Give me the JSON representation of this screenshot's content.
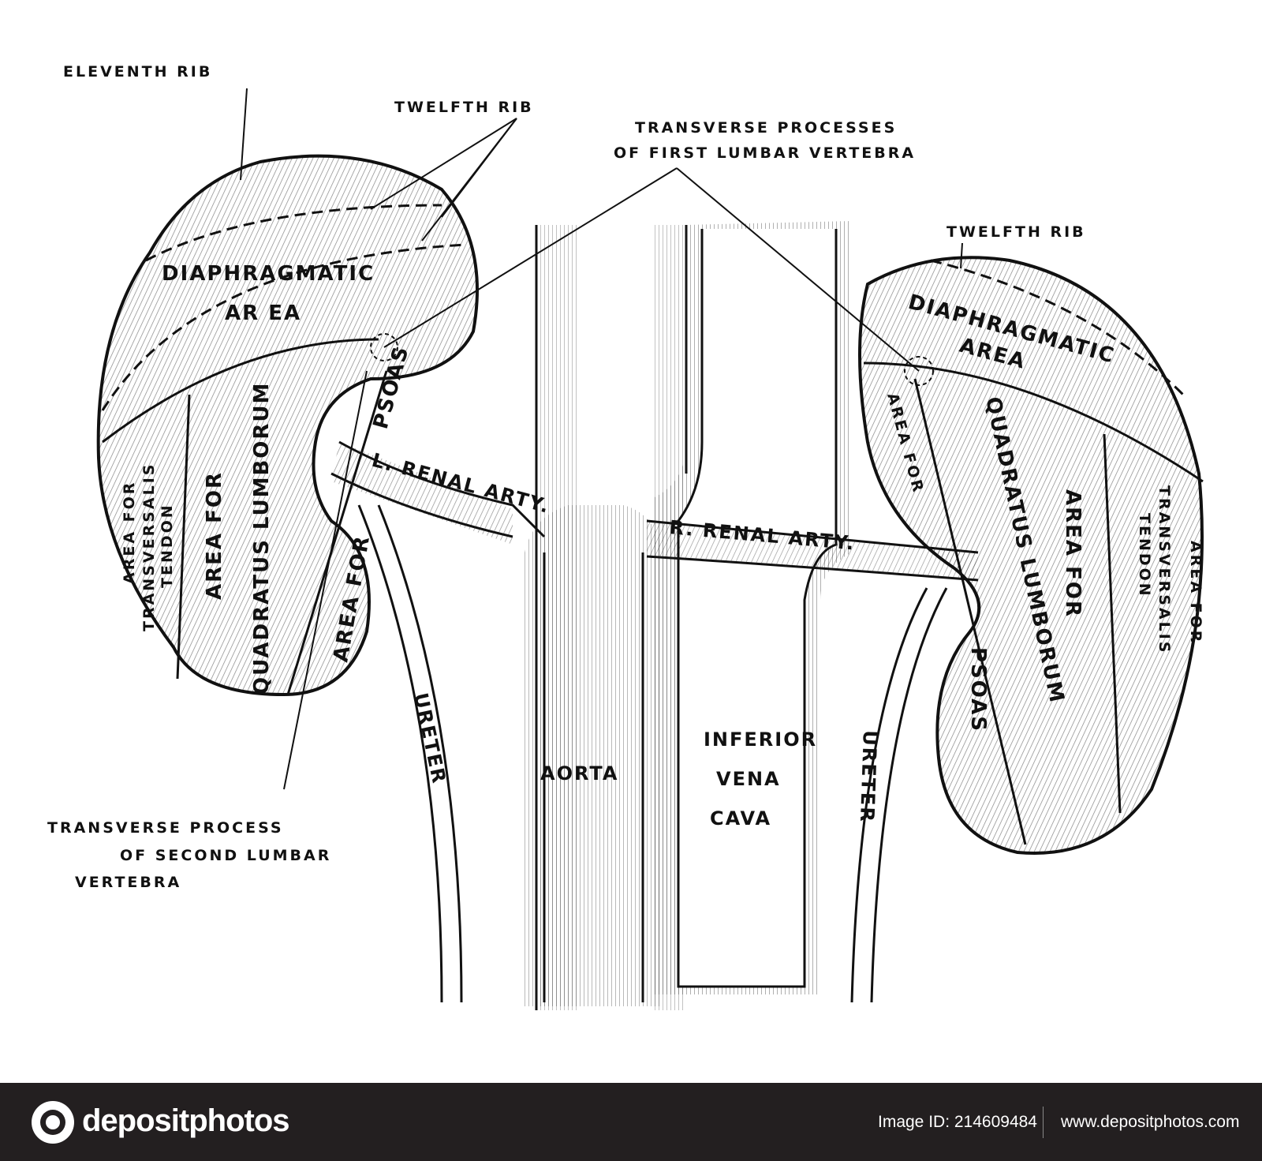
{
  "labels": {
    "eleventh_rib": "ELEVENTH RIB",
    "twelfth_rib_left": "TWELFTH RIB",
    "transverse_first_line1": "TRANSVERSE PROCESSES",
    "transverse_first_line2": "OF FIRST LUMBAR VERTEBRA",
    "twelfth_rib_right": "TWELFTH RIB",
    "transverse_second_line1": "TRANSVERSE PROCESS",
    "transverse_second_line2": "OF SECOND LUMBAR",
    "transverse_second_line3": "VERTEBRA"
  },
  "left_kidney": {
    "diaphragmatic": "DIAPHRAGMATIC",
    "area": "AR EA",
    "transversalis_1": "AREA FOR",
    "transversalis_2": "TRANSVERSALIS",
    "transversalis_3": "TENDON",
    "quadratus_1": "AREA FOR",
    "quadratus_2": "QUADRATUS LUMBORUM",
    "psoas_area": "AREA FOR",
    "psoas": "PSOAS"
  },
  "right_kidney": {
    "diaphragmatic": "DIAPHRAGMATIC",
    "area": "AREA",
    "psoas_area": "AREA FOR",
    "psoas": "PSOAS",
    "quadratus_1": "QUADRATUS LUMBORUM",
    "quadratus_2": "AREA FOR",
    "transversalis_1": "AREA FOR",
    "transversalis_2": "TRANSVERSALIS",
    "transversalis_3": "TENDON"
  },
  "vessels": {
    "l_renal": "L. RENAL ARTY.",
    "r_renal": "R. RENAL ARTY.",
    "aorta": "AORTA",
    "ivc_1": "INFERIOR",
    "ivc_2": "VENA",
    "ivc_3": "CAVA",
    "ureter_left": "URETER",
    "ureter_right": "URETER"
  },
  "footer": {
    "brand": "depositphotos",
    "image_id": "Image ID: 214609484",
    "website": "www.depositphotos.com"
  },
  "colors": {
    "ink": "#111111",
    "paper": "#ffffff",
    "footer_bg": "#231f20"
  }
}
